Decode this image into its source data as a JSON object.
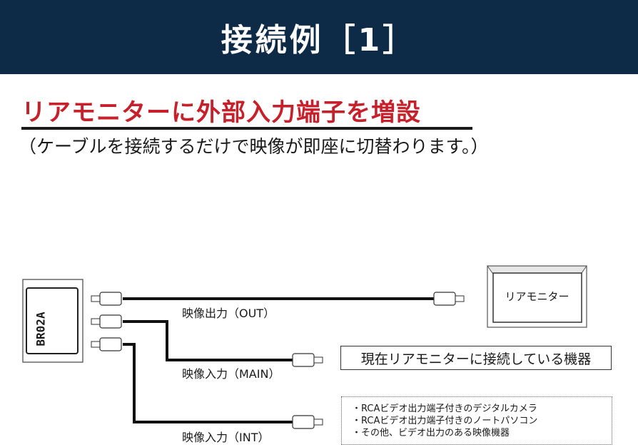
{
  "header": {
    "title": "接続例［1］"
  },
  "headline": "リアモニターに外部入力端子を増設",
  "subline": "（ケーブルを接続するだけで映像が即座に切替わります。）",
  "device": {
    "label": "BR02A"
  },
  "monitor": {
    "label": "リアモニター"
  },
  "ports": {
    "out": "映像出力（OUT）",
    "main": "映像入力（MAIN）",
    "int": "映像入力（INT）"
  },
  "main_target": "現在リアモニターに接続している機器",
  "int_targets": [
    "・RCAビデオ出力端子付きのデジタルカメラ",
    "・RCAビデオ出力端子付きのノートパソコン",
    "・その他、ビデオ出力のある映像機器"
  ],
  "colors": {
    "header_bg": "#0d2a47",
    "headline": "#c8202a"
  }
}
